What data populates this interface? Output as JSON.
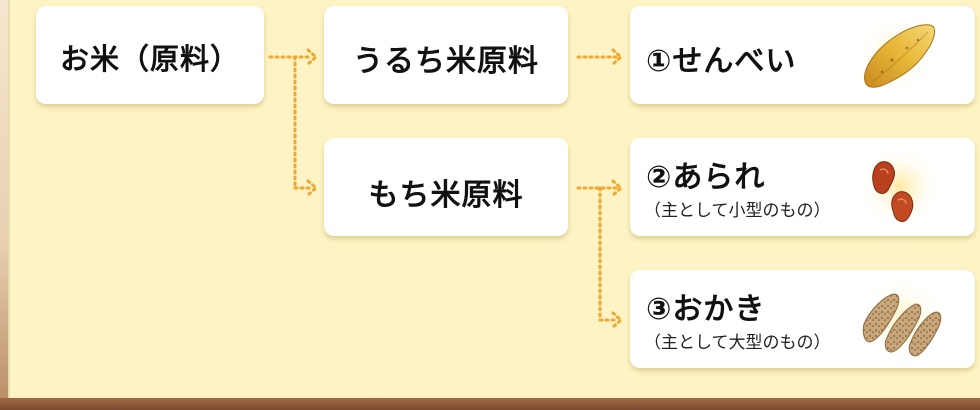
{
  "diagram": {
    "nodes": {
      "rice": "お米（原料）",
      "uruchi": "うるち米原料",
      "mochi": "もち米原料",
      "senbei": {
        "title": "①せんべい",
        "note": ""
      },
      "arare": {
        "title": "②あられ",
        "note": "（主として小型のもの）"
      },
      "okaki": {
        "title": "③おかき",
        "note": "（主として大型のもの）"
      }
    },
    "edges": [
      {
        "from": "お米（原料）",
        "to": "うるち米原料"
      },
      {
        "from": "お米（原料）",
        "to": "もち米原料"
      },
      {
        "from": "うるち米原料",
        "to": "①せんべい"
      },
      {
        "from": "もち米原料",
        "to": "②あられ"
      },
      {
        "from": "もち米原料",
        "to": "③おかき"
      }
    ],
    "colors": {
      "background": "#fdf3c4",
      "connector": "#f0a830",
      "box": "#ffffff"
    },
    "icons": {
      "senbei": "senbei-cracker-icon",
      "arare": "arare-cracker-icon",
      "okaki": "okaki-cracker-icon"
    }
  }
}
